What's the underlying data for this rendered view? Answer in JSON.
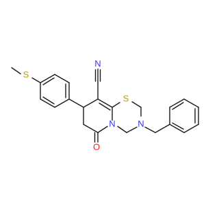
{
  "molecule": {
    "atom_labels": {
      "nitrile_n": "N",
      "ring_s": "S",
      "ring_n": "N",
      "amine_n": "N",
      "carbonyl_o": "O",
      "thioether_s": "S"
    },
    "colors": {
      "bond": "#1a1a1a",
      "nitrogen": "#3333ff",
      "sulfur": "#b8a000",
      "oxygen": "#ff1a1a"
    }
  }
}
